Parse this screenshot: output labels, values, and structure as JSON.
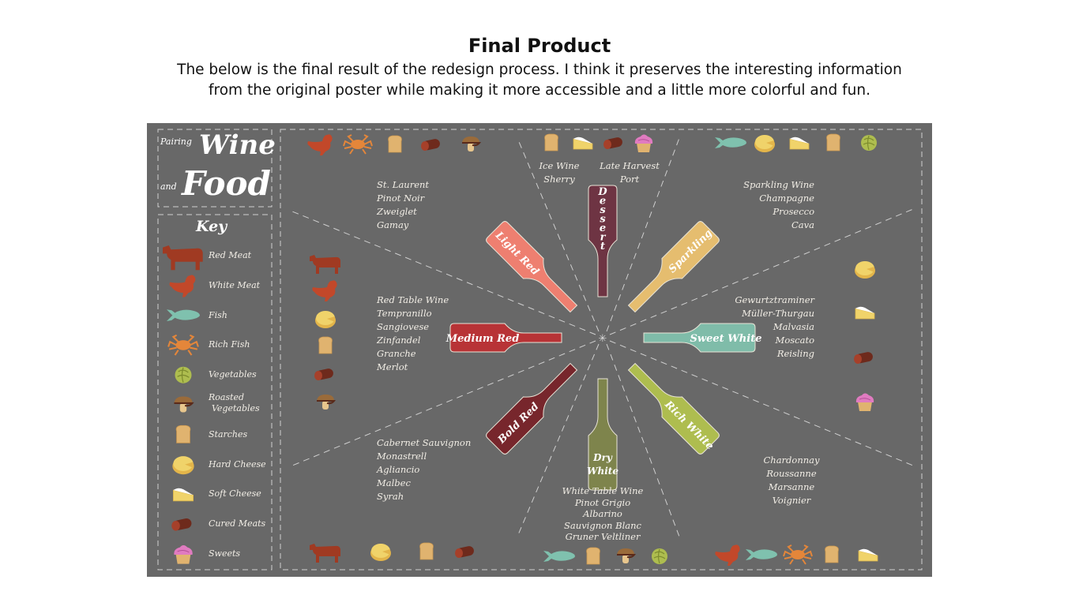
{
  "header": {
    "title": "Final Product",
    "description_line1": "The below is the final result of the redesign process. I think it preserves the interesting information",
    "description_line2": "from the original poster while making it more accessible and a little more colorful and fun."
  },
  "poster": {
    "title": {
      "pairing": "Pairing",
      "wine": "Wine",
      "and": "and",
      "food": "Food"
    },
    "key": {
      "heading": "Key",
      "items": [
        {
          "icon": "red-meat",
          "label": "Red Meat"
        },
        {
          "icon": "white-meat",
          "label": "White Meat"
        },
        {
          "icon": "fish",
          "label": "Fish"
        },
        {
          "icon": "rich-fish",
          "label": "Rich Fish"
        },
        {
          "icon": "vegetables",
          "label": "Vegetables"
        },
        {
          "icon": "roasted-vegetables",
          "label": "Roasted",
          "label2": "Vegetables"
        },
        {
          "icon": "starches",
          "label": "Starches"
        },
        {
          "icon": "hard-cheese",
          "label": "Hard Cheese"
        },
        {
          "icon": "soft-cheese",
          "label": "Soft Cheese"
        },
        {
          "icon": "cured-meats",
          "label": "Cured Meats"
        },
        {
          "icon": "sweets",
          "label": "Sweets"
        }
      ]
    },
    "wines": {
      "light_red": {
        "label": "Light Red",
        "color": "#ee7f70",
        "varieties": [
          "St. Laurent",
          "Pinot Noir",
          "Zweiglet",
          "Gamay"
        ],
        "foods": [
          "white-meat",
          "rich-fish",
          "starches",
          "cured-meats",
          "roasted-vegetables"
        ]
      },
      "medium_red": {
        "label": "Medium Red",
        "color": "#b83336",
        "varieties": [
          "Red Table Wine",
          "Tempranillo",
          "Sangiovese",
          "Zinfandel",
          "Granche",
          "Merlot"
        ],
        "foods": [
          "red-meat",
          "white-meat",
          "hard-cheese",
          "starches",
          "cured-meats",
          "roasted-vegetables"
        ]
      },
      "bold_red": {
        "label": "Bold Red",
        "color": "#77262c",
        "varieties": [
          "Cabernet Sauvignon",
          "Monastrell",
          "Agliancio",
          "Malbec",
          "Syrah"
        ],
        "foods": [
          "red-meat",
          "hard-cheese",
          "starches",
          "cured-meats"
        ]
      },
      "dessert": {
        "label": "Dessert",
        "color": "#6e3443",
        "varieties_left": [
          "Ice Wine",
          "Sherry"
        ],
        "varieties_right": [
          "Late Harvest",
          "Port"
        ],
        "foods": [
          "starches",
          "soft-cheese",
          "cured-meats",
          "sweets"
        ]
      },
      "sparkling": {
        "label": "Sparkling",
        "color": "#e5bd6f",
        "varieties": [
          "Sparkling Wine",
          "Champagne",
          "Prosecco",
          "Cava"
        ],
        "foods": [
          "fish",
          "hard-cheese",
          "soft-cheese",
          "starches",
          "vegetables"
        ]
      },
      "sweet_white": {
        "label": "Sweet White",
        "color": "#7fbca9",
        "varieties": [
          "Gewurtztraminer",
          "Müller-Thurgau",
          "Malvasia",
          "Moscato",
          "Reisling"
        ],
        "foods": [
          "hard-cheese",
          "soft-cheese",
          "cured-meats",
          "sweets"
        ]
      },
      "rich_white": {
        "label": "Rich White",
        "color": "#aebd4f",
        "varieties": [
          "Chardonnay",
          "Roussanne",
          "Marsanne",
          "Voignier"
        ],
        "foods": [
          "white-meat",
          "fish",
          "rich-fish",
          "starches",
          "soft-cheese"
        ]
      },
      "dry_white": {
        "label": "Dry",
        "label2": "White",
        "color": "#7e844c",
        "varieties": [
          "White Table Wine",
          "Pinot Grigio",
          "Albarino",
          "Sauvignon Blanc",
          "Gruner Veltliner"
        ],
        "foods": [
          "fish",
          "starches",
          "roasted-vegetables",
          "vegetables"
        ]
      }
    },
    "colors": {
      "background": "#686868",
      "text": "#f2eee6",
      "dash": "#cfcfcf"
    }
  }
}
